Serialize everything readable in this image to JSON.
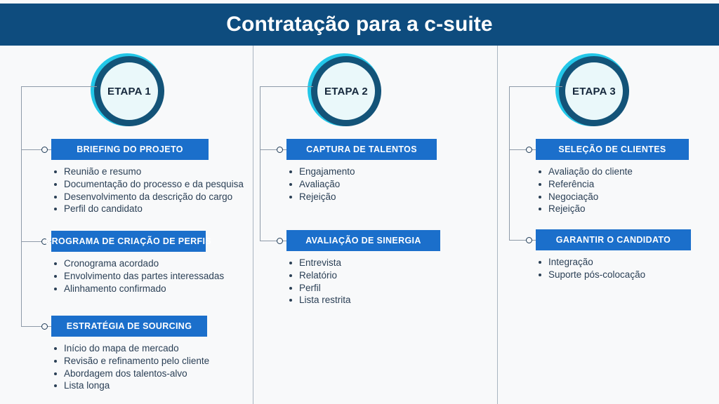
{
  "header": {
    "title": "Contratação para a c-suite",
    "background_color": "#0E4C7E",
    "text_color": "#FFFFFF"
  },
  "theme": {
    "page_background": "#F8F9FA",
    "bar_blue": "#1B6FCB",
    "ring_navy": "#135378",
    "ring_cyan": "#23C7E8",
    "badge_fill": "#EAF8FA",
    "body_text": "#2A3F55",
    "connector_gray": "#8E9AA8",
    "divider": "#A9B5C1"
  },
  "columns": [
    {
      "badge_label": "ETAPA 1",
      "sections": [
        {
          "title": "BRIEFING DO PROJETO",
          "items": [
            "Reunião e resumo",
            "Documentação do processo e da pesquisa",
            "Desenvolvimento da descrição do cargo",
            "Perfil do candidato"
          ]
        },
        {
          "title": "PROGRAMA DE CRIAÇÃO DE PERFIS",
          "items": [
            "Cronograma acordado",
            "Envolvimento das partes interessadas",
            "Alinhamento confirmado"
          ]
        },
        {
          "title": "ESTRATÉGIA DE SOURCING",
          "items": [
            "Início do mapa de mercado",
            "Revisão e refinamento pelo cliente",
            "Abordagem dos talentos-alvo",
            "Lista longa"
          ]
        }
      ]
    },
    {
      "badge_label": "ETAPA 2",
      "sections": [
        {
          "title": "CAPTURA DE TALENTOS",
          "items": [
            "Engajamento",
            "Avaliação",
            "Rejeição"
          ]
        },
        {
          "title": "AVALIAÇÃO DE SINERGIA",
          "items": [
            "Entrevista",
            "Relatório",
            "Perfil",
            "Lista restrita"
          ]
        }
      ]
    },
    {
      "badge_label": "ETAPA 3",
      "sections": [
        {
          "title": "SELEÇÃO DE CLIENTES",
          "items": [
            "Avaliação do cliente",
            "Referência",
            "Negociação",
            "Rejeição"
          ]
        },
        {
          "title": "GARANTIR O CANDIDATO",
          "items": [
            "Integração",
            "Suporte pós-colocação"
          ]
        }
      ]
    }
  ]
}
